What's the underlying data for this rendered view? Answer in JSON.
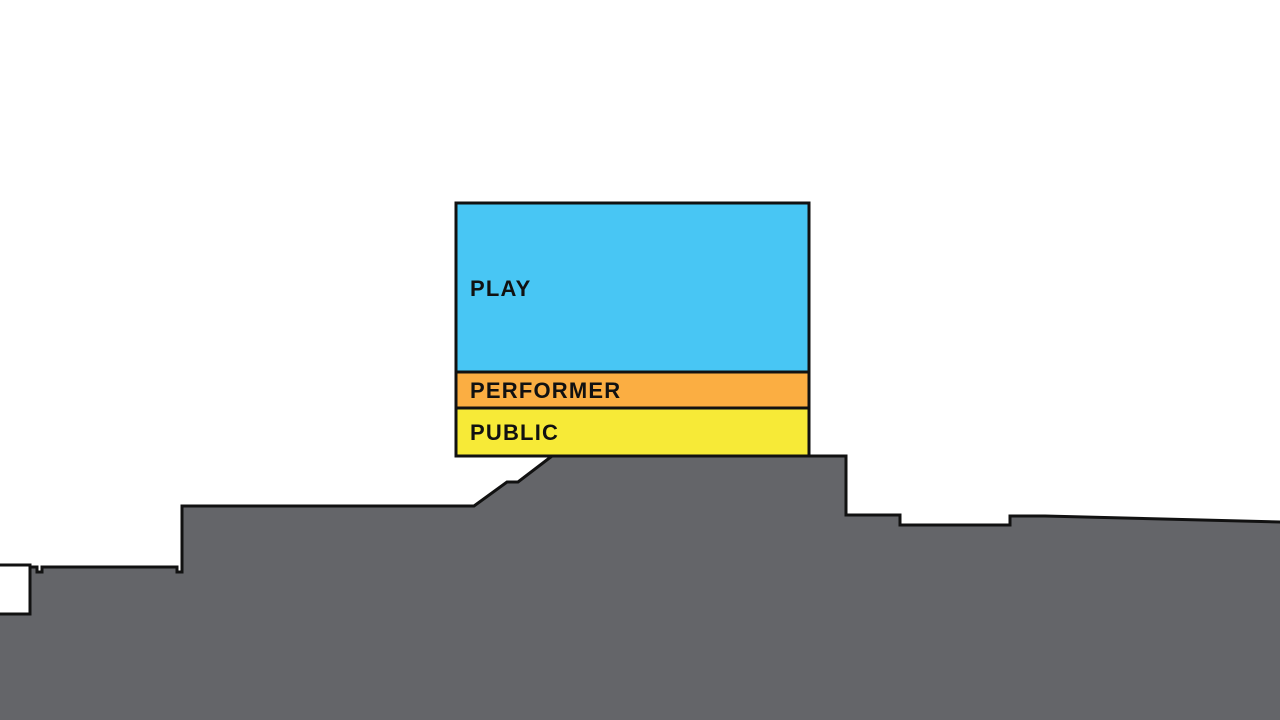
{
  "diagram": {
    "blocks": [
      {
        "id": "play",
        "label": "PLAY",
        "color": "#48c6f4"
      },
      {
        "id": "performer",
        "label": "PERFORMER",
        "color": "#fbae42"
      },
      {
        "id": "public",
        "label": "PUBLIC",
        "color": "#f7ea37"
      }
    ],
    "terrain": {
      "fill": "#646569",
      "stroke": "#111111"
    },
    "outline_color": "#111111"
  }
}
